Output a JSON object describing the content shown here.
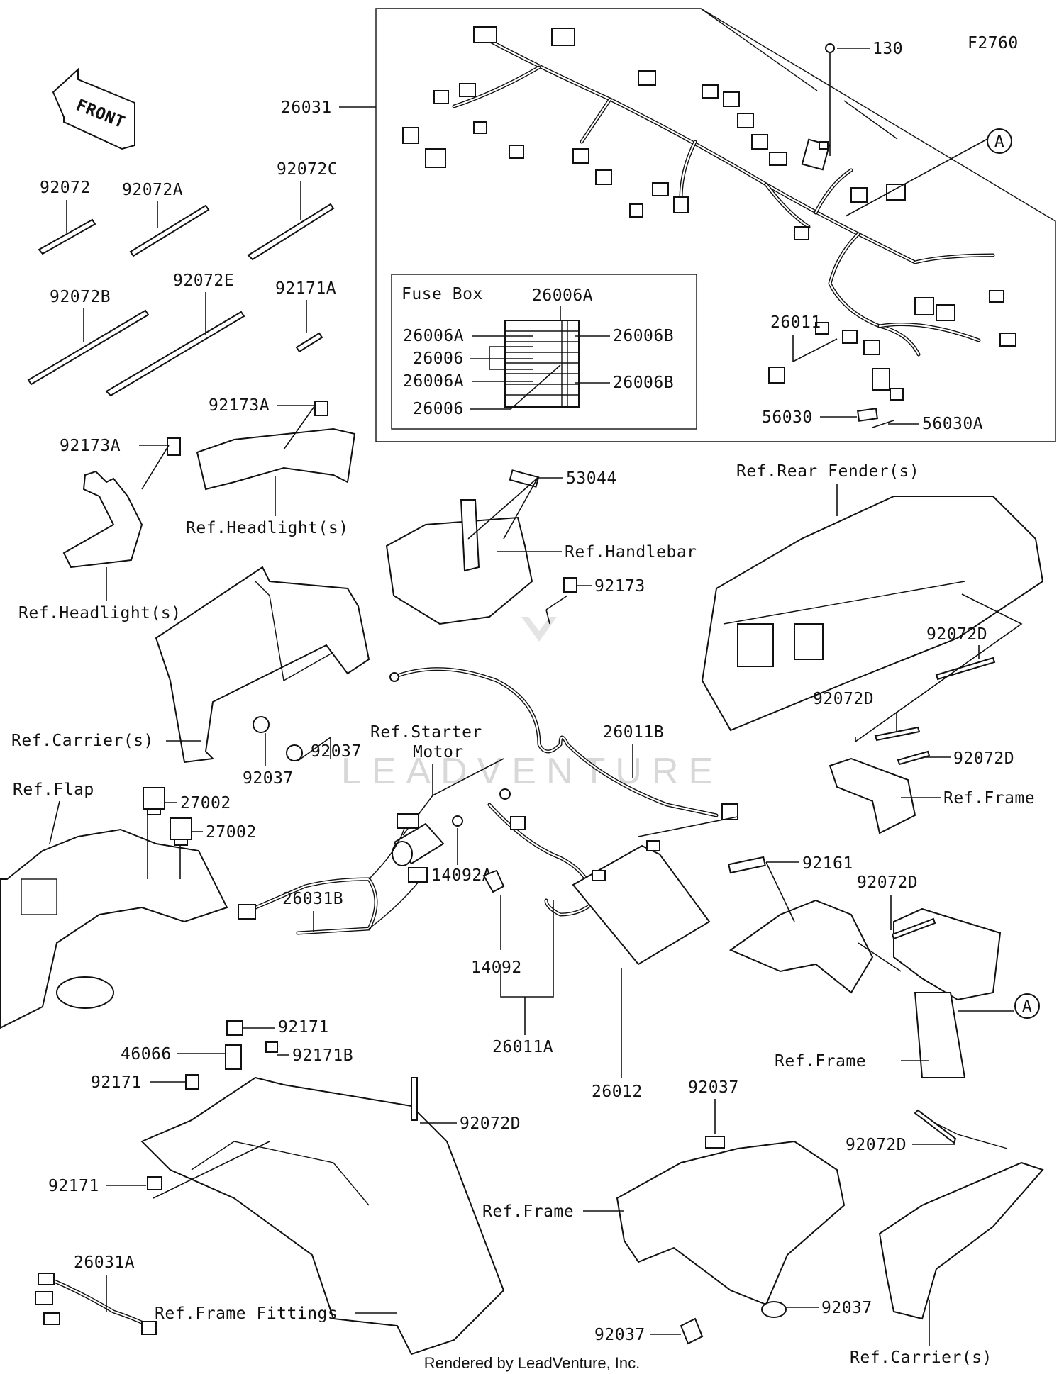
{
  "diagram": {
    "figure_code": "F2760",
    "front_arrow": "FRONT",
    "fuse_box_title": "Fuse Box",
    "footer": "Rendered by LeadVenture, Inc.",
    "watermark": "LEADVENTURE",
    "callout_circle": "A",
    "labels": {
      "p130": "130",
      "p26031": "26031",
      "p26011": "26011",
      "p56030": "56030",
      "p56030A": "56030A",
      "p26006A_top": "26006A",
      "p26006A_1": "26006A",
      "p26006B_1": "26006B",
      "p26006_1": "26006",
      "p26006A_2": "26006A",
      "p26006B_2": "26006B",
      "p26006_2": "26006",
      "p92072": "92072",
      "p92072A": "92072A",
      "p92072C": "92072C",
      "p92072B": "92072B",
      "p92072E": "92072E",
      "p92171A": "92171A",
      "p92173A_1": "92173A",
      "p92173A_2": "92173A",
      "ref_headlight_1": "Ref.Headlight(s)",
      "ref_headlight_2": "Ref.Headlight(s)",
      "p53044": "53044",
      "ref_handlebar": "Ref.Handlebar",
      "p92173": "92173",
      "ref_rear_fender": "Ref.Rear Fender(s)",
      "p92072D_1": "92072D",
      "p92072D_2": "92072D",
      "p92072D_3": "92072D",
      "ref_frame_1": "Ref.Frame",
      "ref_carrier_1": "Ref.Carrier(s)",
      "p92037_1": "92037",
      "p92037_2": "92037",
      "ref_starter_1": "Ref.Starter",
      "ref_starter_2": "Motor",
      "p26011B": "26011B",
      "ref_flap": "Ref.Flap",
      "p27002_1": "27002",
      "p27002_2": "27002",
      "p14092A": "14092A",
      "p26031B": "26031B",
      "p92161": "92161",
      "p92072D_4": "92072D",
      "p14092": "14092",
      "p26011A": "26011A",
      "p26012": "26012",
      "ref_frame_2": "Ref.Frame",
      "p92171_1": "92171",
      "p46066": "46066",
      "p92171B": "92171B",
      "p92171_2": "92171",
      "p92072D_5": "92072D",
      "p92171_3": "92171",
      "p92037_3": "92037",
      "p92072D_6": "92072D",
      "ref_frame_3": "Ref.Frame",
      "p26031A": "26031A",
      "ref_frame_fittings": "Ref.Frame Fittings",
      "p92037_4": "92037",
      "p92037_5": "92037",
      "ref_carrier_2": "Ref.Carrier(s)"
    }
  }
}
